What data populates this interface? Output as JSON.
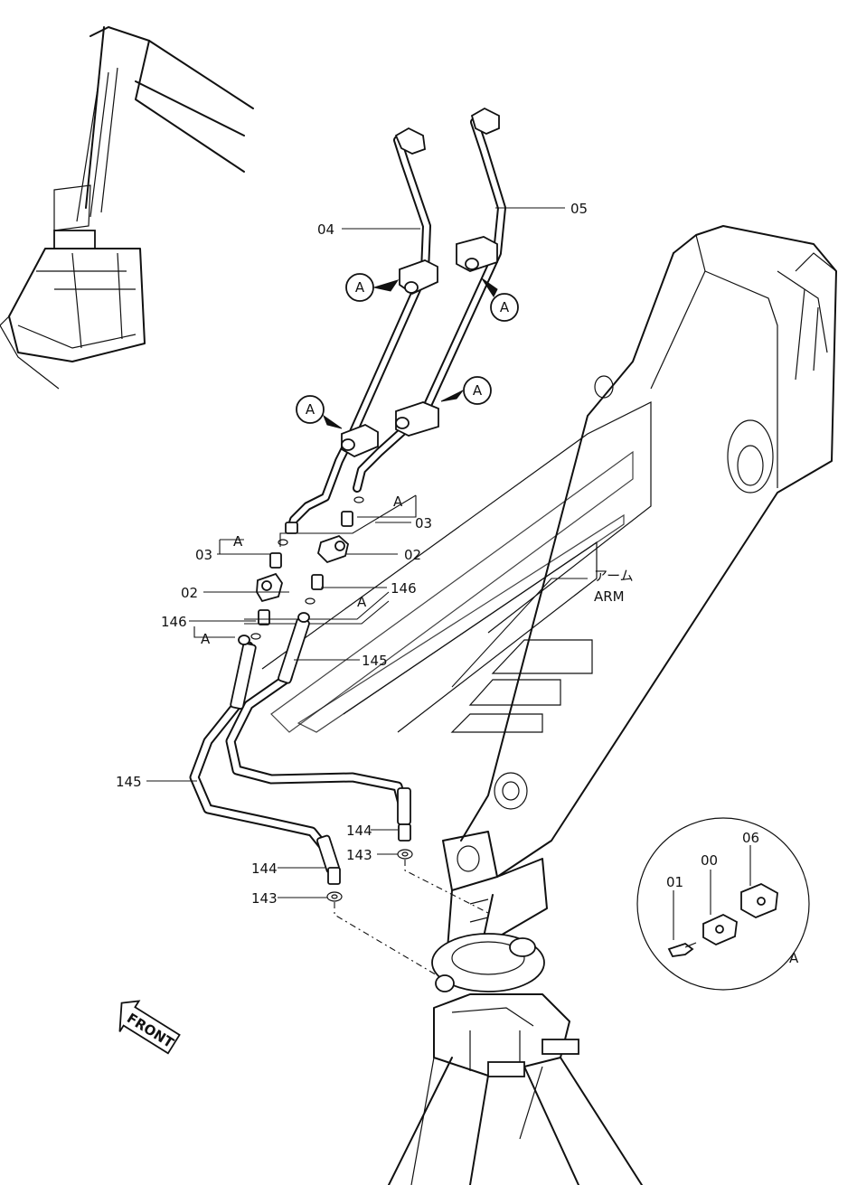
{
  "parts": {
    "p04": "04",
    "p05": "05",
    "p03": "03",
    "p02": "02",
    "p146": "146",
    "p145": "145",
    "p144": "144",
    "p143": "143",
    "p01": "01",
    "p00": "00",
    "p06": "06"
  },
  "detail_ref": "A",
  "arm_label_jp": "アーム",
  "arm_label_en": "ARM",
  "front_label": "FRONT"
}
